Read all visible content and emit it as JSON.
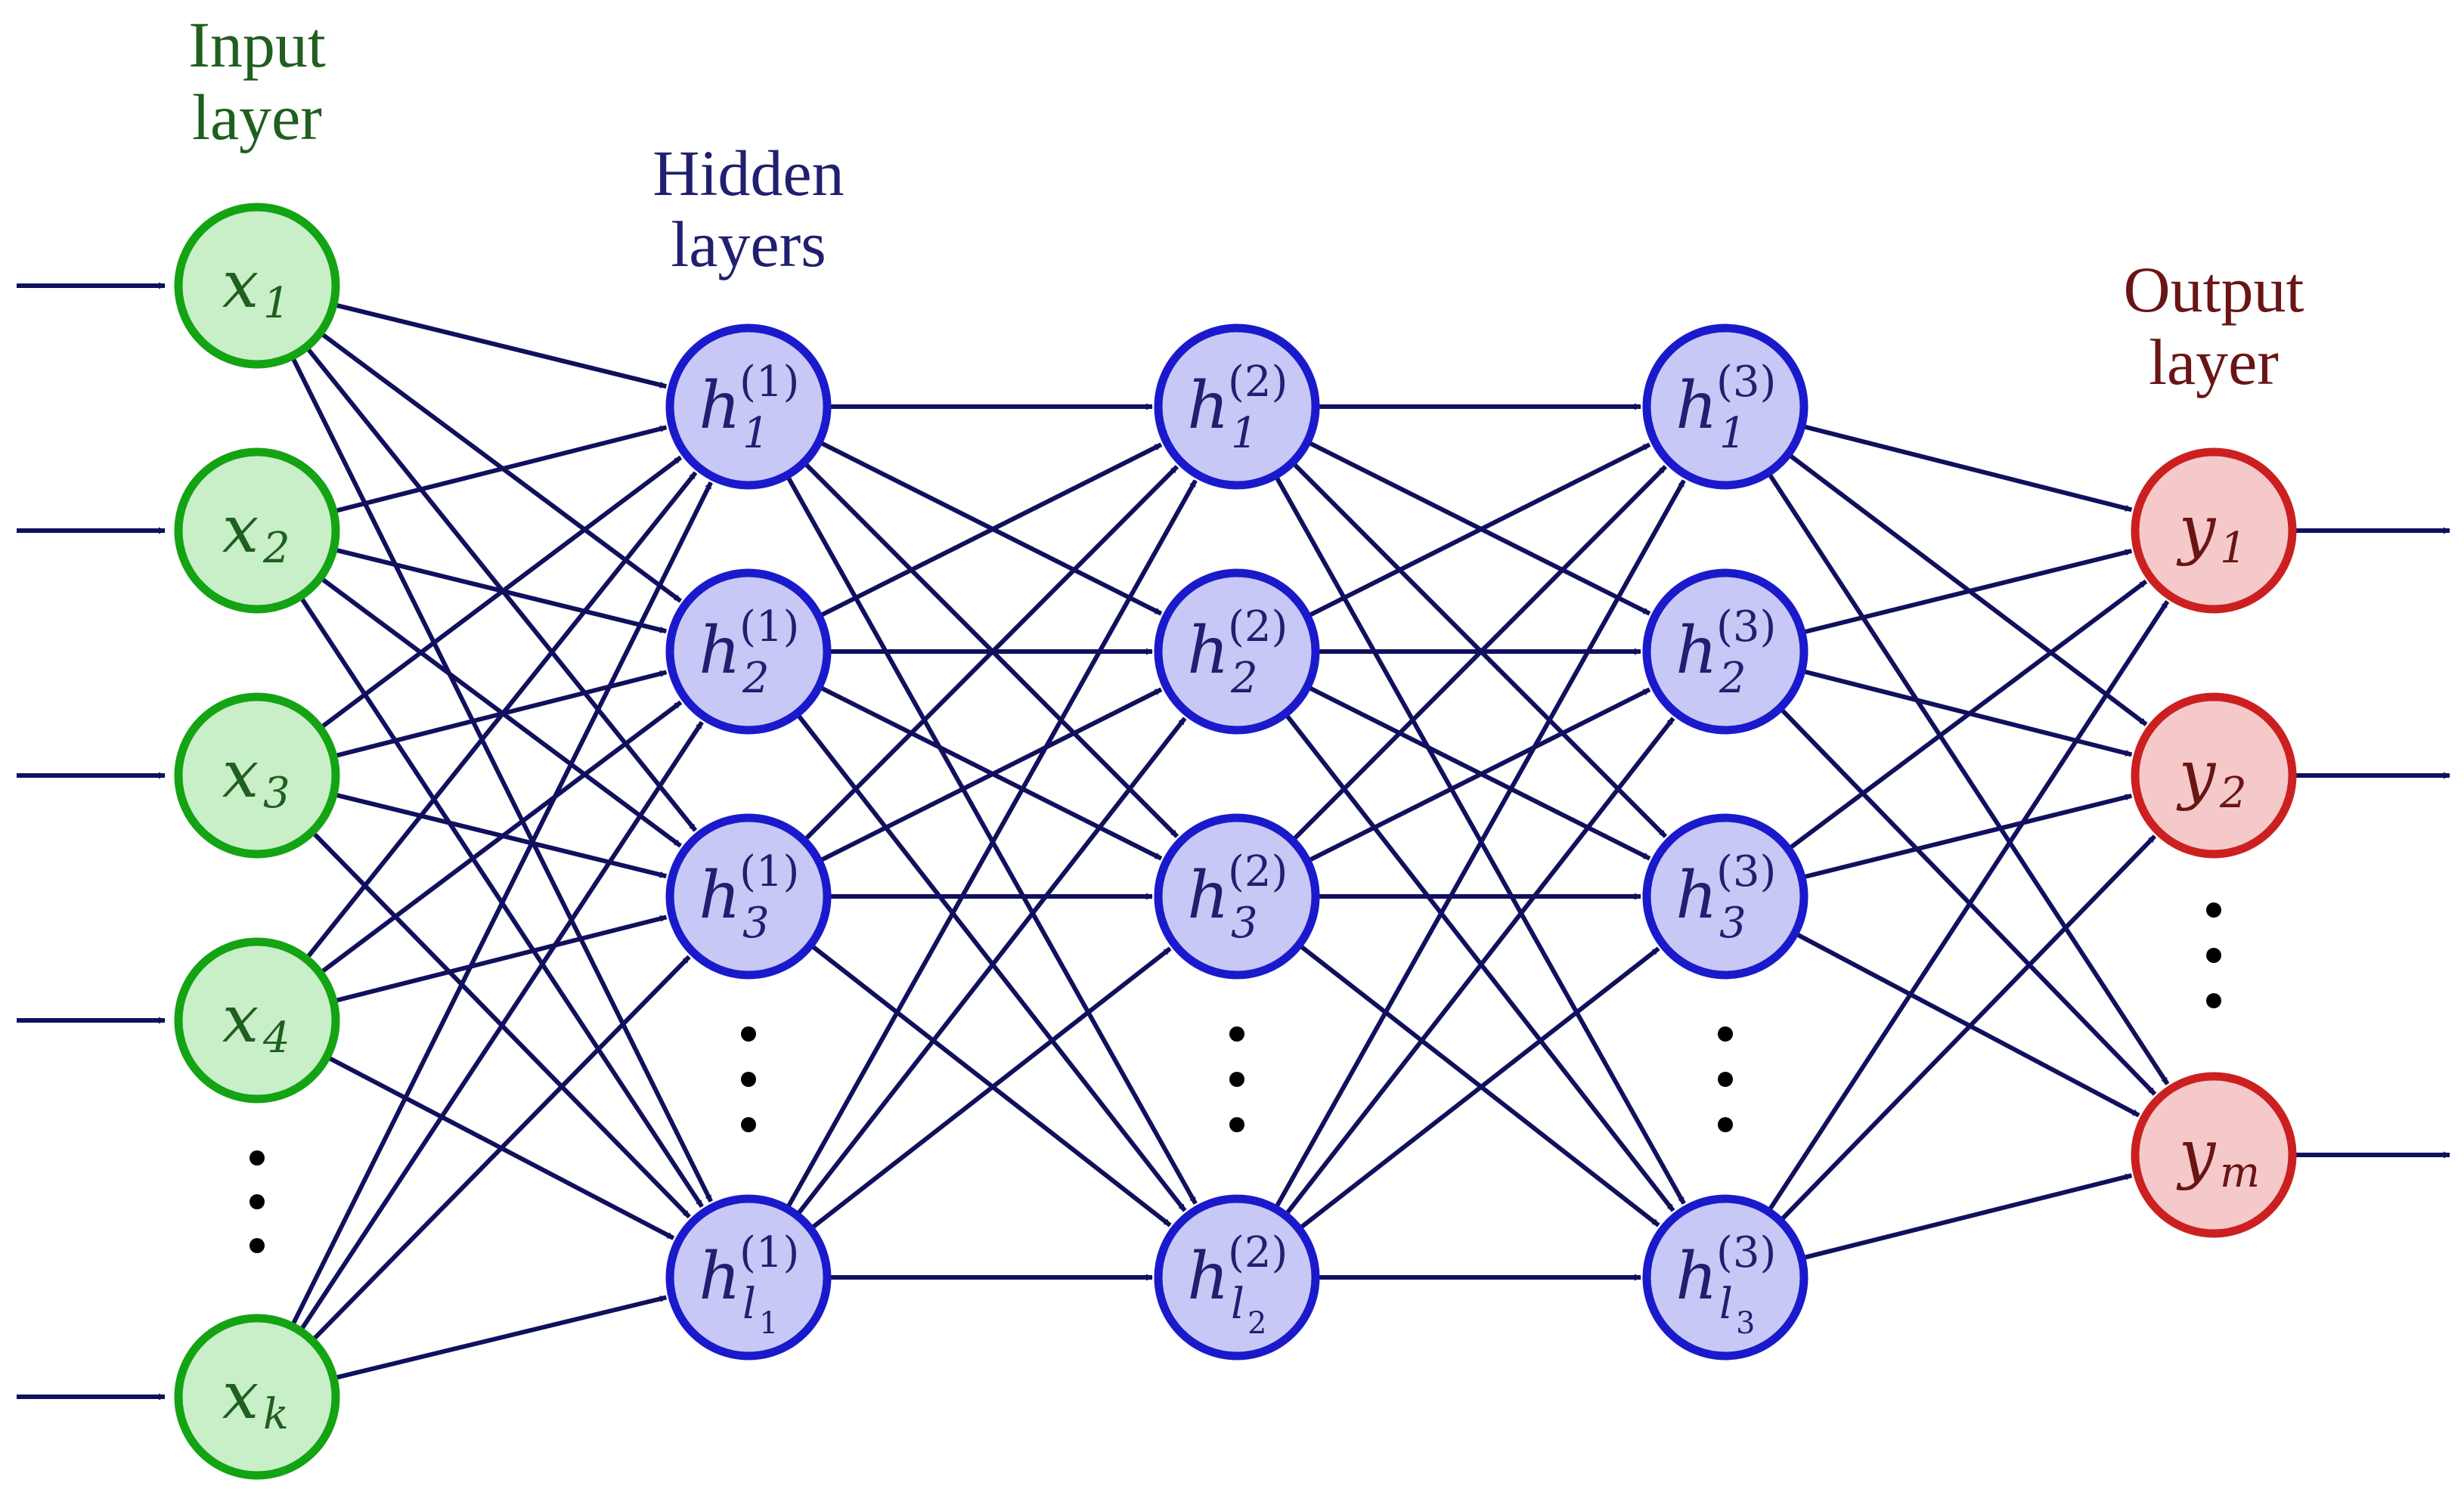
{
  "titles": {
    "input": [
      "Input",
      "layer"
    ],
    "hidden": [
      "Hidden",
      "layers"
    ],
    "output": [
      "Output",
      "layer"
    ]
  },
  "colors": {
    "edge": "#10105e",
    "input_fill": "#c8efc8",
    "input_stroke": "#13a313",
    "input_label": "#1f5f1f",
    "hidden_fill": "#c8c8f7",
    "hidden_stroke": "#1a1acc",
    "hidden_label": "#202070",
    "output_fill": "#f5c9c9",
    "output_stroke": "#cc2020",
    "output_label": "#6a1515"
  },
  "nodes": {
    "input": [
      {
        "base": "x",
        "sub": "1"
      },
      {
        "base": "x",
        "sub": "2"
      },
      {
        "base": "x",
        "sub": "3"
      },
      {
        "base": "x",
        "sub": "4"
      },
      {
        "base": "x",
        "sub": "k"
      }
    ],
    "hidden": [
      [
        {
          "base": "h",
          "sub": "1",
          "sup": "(1)"
        },
        {
          "base": "h",
          "sub": "2",
          "sup": "(1)"
        },
        {
          "base": "h",
          "sub": "3",
          "sup": "(1)"
        },
        {
          "base": "h",
          "sub": "l",
          "subsub": "1",
          "sup": "(1)"
        }
      ],
      [
        {
          "base": "h",
          "sub": "1",
          "sup": "(2)"
        },
        {
          "base": "h",
          "sub": "2",
          "sup": "(2)"
        },
        {
          "base": "h",
          "sub": "3",
          "sup": "(2)"
        },
        {
          "base": "h",
          "sub": "l",
          "subsub": "2",
          "sup": "(2)"
        }
      ],
      [
        {
          "base": "h",
          "sub": "1",
          "sup": "(3)"
        },
        {
          "base": "h",
          "sub": "2",
          "sup": "(3)"
        },
        {
          "base": "h",
          "sub": "3",
          "sup": "(3)"
        },
        {
          "base": "h",
          "sub": "l",
          "subsub": "3",
          "sup": "(3)"
        }
      ]
    ],
    "output": [
      {
        "base": "y",
        "sub": "1"
      },
      {
        "base": "y",
        "sub": "2"
      },
      {
        "base": "y",
        "sub": "m"
      }
    ]
  }
}
